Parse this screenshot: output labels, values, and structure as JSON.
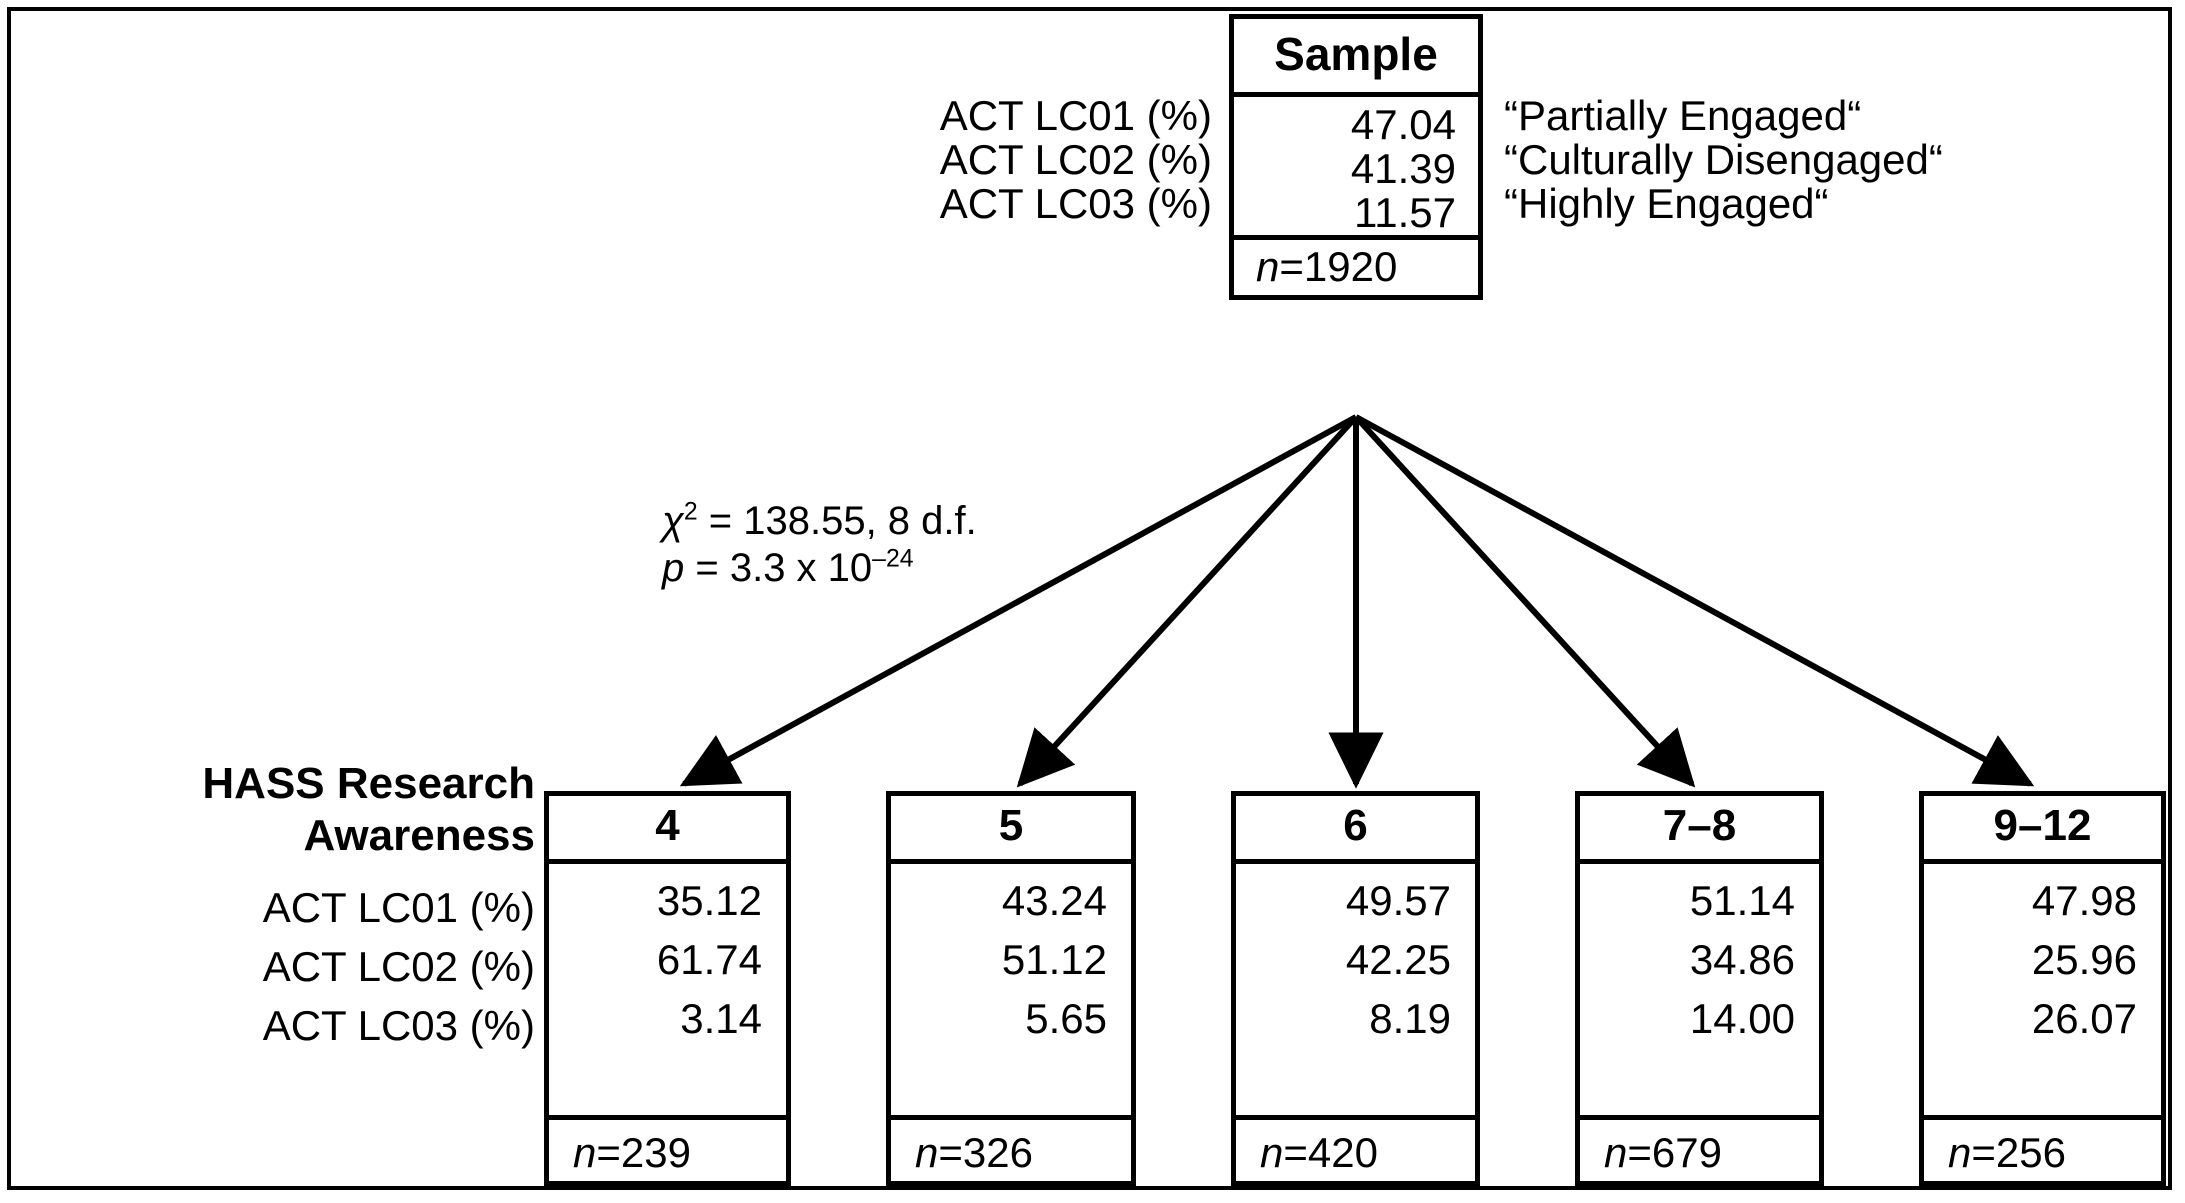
{
  "chart_data": {
    "type": "diagram",
    "title": "Latent class distribution by HASS research awareness",
    "root": {
      "header": "Sample",
      "rows": [
        {
          "label": "ACT LC01 (%)",
          "value": "47.04",
          "name": "“Partially Engaged“"
        },
        {
          "label": "ACT LC02 (%)",
          "value": "41.39",
          "name": "“Culturally Disengaged“"
        },
        {
          "label": "ACT LC03 (%)",
          "value": "11.57",
          "name": "“Highly Engaged“"
        }
      ],
      "n_prefix": "n",
      "n_value": "=1920"
    },
    "split_statistic": {
      "chi_symbol": "χ",
      "chi_exponent": "2",
      "chi_text": " = 138.55, 8 d.f.",
      "p_symbol": "p",
      "p_text": " = 3.3 x 10",
      "p_exponent": "–24"
    },
    "group_label": {
      "line1": "HASS  Research",
      "line2": "Awareness"
    },
    "row_labels": [
      "ACT LC01 (%)",
      "ACT LC02 (%)",
      "ACT LC03 (%)"
    ],
    "categories": [
      "4",
      "5",
      "6",
      "7–8",
      "9–12"
    ],
    "series": [
      {
        "name": "ACT LC01 (%)",
        "values": [
          "35.12",
          "43.24",
          "49.57",
          "51.14",
          "47.98"
        ]
      },
      {
        "name": "ACT LC02 (%)",
        "values": [
          "61.74",
          "51.12",
          "42.25",
          "34.86",
          "25.96"
        ]
      },
      {
        "name": "ACT LC03 (%)",
        "values": [
          "3.14",
          "5.65",
          "8.19",
          "14.00",
          "26.07"
        ]
      }
    ],
    "n_values": [
      "=239",
      "=326",
      "=420",
      "=679",
      "=256"
    ],
    "n_prefix": "n"
  },
  "root_box": {
    "header": "Sample",
    "values": [
      "47.04",
      "41.39",
      "11.57"
    ],
    "n_prefix": "n",
    "n_value": "=1920"
  },
  "sample_row_labels": [
    "ACT LC01 (%)",
    "ACT LC02 (%)",
    "ACT LC03 (%)"
  ],
  "class_names": [
    "“Partially Engaged“",
    "“Culturally Disengaged“",
    "“Highly Engaged“"
  ],
  "stats": {
    "chi_symbol": "χ",
    "chi_exponent": "2",
    "chi_rest": " = 138.55, 8 d.f.",
    "p_symbol": "p",
    "p_rest": " = 3.3 x 10",
    "p_exponent": "–24"
  },
  "group_label": {
    "line1": "HASS  Research",
    "line2": "Awareness"
  },
  "bottom_row_labels": [
    "ACT LC01 (%)",
    "ACT LC02 (%)",
    "ACT LC03 (%)"
  ],
  "leaves": [
    {
      "header": "4",
      "values": [
        "35.12",
        "61.74",
        "3.14"
      ],
      "n_prefix": "n",
      "n_value": "=239"
    },
    {
      "header": "5",
      "values": [
        "43.24",
        "51.12",
        "5.65"
      ],
      "n_prefix": "n",
      "n_value": "=326"
    },
    {
      "header": "6",
      "values": [
        "49.57",
        "42.25",
        "8.19"
      ],
      "n_prefix": "n",
      "n_value": "=420"
    },
    {
      "header": "7–8",
      "values": [
        "51.14",
        "34.86",
        "14.00"
      ],
      "n_prefix": "n",
      "n_value": "=679"
    },
    {
      "header": "9–12",
      "values": [
        "47.98",
        "25.96",
        "26.07"
      ],
      "n_prefix": "n",
      "n_value": "=256"
    }
  ],
  "colors": {
    "ink": "#000000",
    "paper": "#ffffff"
  }
}
